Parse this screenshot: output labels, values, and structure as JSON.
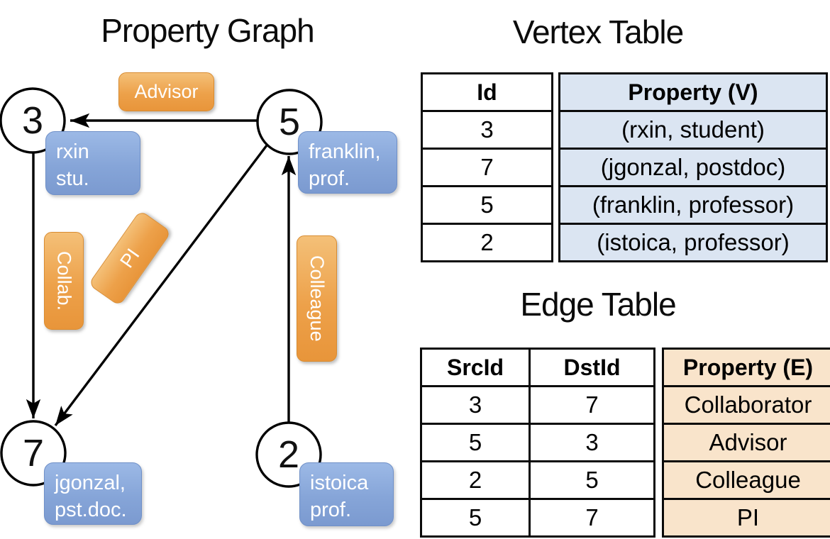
{
  "graph": {
    "title": "Property Graph",
    "nodes": [
      {
        "id": "3",
        "box_line1": "rxin",
        "box_line2": "stu."
      },
      {
        "id": "5",
        "box_line1": "franklin,",
        "box_line2": "prof."
      },
      {
        "id": "7",
        "box_line1": "jgonzal,",
        "box_line2": "pst.doc."
      },
      {
        "id": "2",
        "box_line1": "istoica",
        "box_line2": "prof."
      }
    ],
    "edge_labels": {
      "advisor": "Advisor",
      "collab": "Collab.",
      "pi": "PI",
      "colleague": "Colleague"
    },
    "edges": [
      {
        "from": "5",
        "to": "3",
        "label": "Advisor"
      },
      {
        "from": "3",
        "to": "7",
        "label": "Collab."
      },
      {
        "from": "5",
        "to": "7",
        "label": "PI"
      },
      {
        "from": "2",
        "to": "5",
        "label": "Colleague"
      }
    ]
  },
  "vertex_table": {
    "title": "Vertex Table",
    "columns": [
      "Id",
      "Property (V)"
    ],
    "rows": [
      {
        "id": "3",
        "property": "(rxin, student)"
      },
      {
        "id": "7",
        "property": "(jgonzal, postdoc)"
      },
      {
        "id": "5",
        "property": "(franklin, professor)"
      },
      {
        "id": "2",
        "property": "(istoica, professor)"
      }
    ]
  },
  "edge_table": {
    "title": "Edge Table",
    "columns": [
      "SrcId",
      "DstId",
      "Property (E)"
    ],
    "rows": [
      {
        "src": "3",
        "dst": "7",
        "property": "Collaborator"
      },
      {
        "src": "5",
        "dst": "3",
        "property": "Advisor"
      },
      {
        "src": "2",
        "dst": "5",
        "property": "Colleague"
      },
      {
        "src": "5",
        "dst": "7",
        "property": "PI"
      }
    ]
  },
  "colors": {
    "edge_label_orange_top": "#f4c078",
    "edge_label_orange_bottom": "#e8953a",
    "vertex_box_blue_top": "#9cb9e6",
    "vertex_box_blue_bottom": "#7b9ad0",
    "vertex_property_column_bg": "#dbe5f2",
    "edge_property_column_bg": "#f9e4cb",
    "line_color": "#000000"
  }
}
